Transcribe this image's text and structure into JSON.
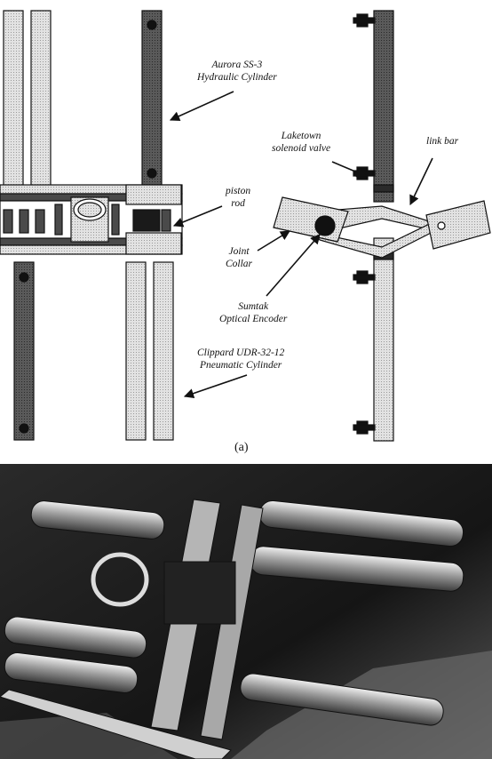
{
  "figure": {
    "labels": {
      "hydraulic_line1": "Aurora SS-3",
      "hydraulic_line2": "Hydraulic Cylinder",
      "solenoid_line1": "Laketown",
      "solenoid_line2": "solenoid valve",
      "link_bar": "link bar",
      "piston_line1": "piston",
      "piston_line2": "rod",
      "joint_line1": "Joint",
      "joint_line2": "Collar",
      "encoder_line1": "Sumtak",
      "encoder_line2": "Optical Encoder",
      "pneumatic_line1": "Clippard UDR-32-12",
      "pneumatic_line2": "Pneumatic Cylinder"
    },
    "caption": "(a)"
  },
  "colors": {
    "dark_gray": "#4a4a4a",
    "light_gray": "#d8d8d8",
    "mid_gray": "#bdbdbd",
    "outline": "#111111"
  }
}
